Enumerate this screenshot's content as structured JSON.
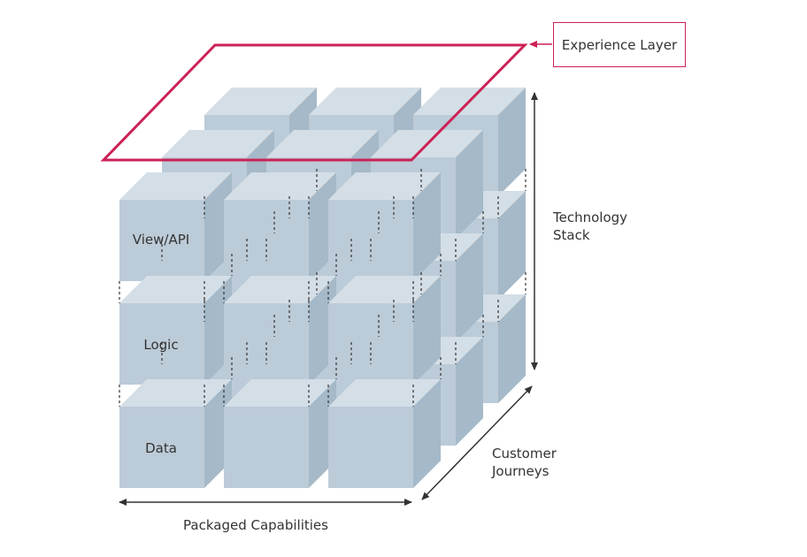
{
  "experience_layer": {
    "label": "Experience Layer"
  },
  "layers": {
    "view": "View/API",
    "logic": "Logic",
    "data": "Data"
  },
  "axes": {
    "technology": [
      "Technology",
      "Stack"
    ],
    "journeys": [
      "Customer",
      "Journeys"
    ],
    "capabilities": "Packaged Capabilities"
  },
  "colors": {
    "front": "#bccbd8",
    "top": "#d4dee6",
    "side": "#a5b9c8",
    "accent": "#cc2255",
    "line": "#333333"
  }
}
